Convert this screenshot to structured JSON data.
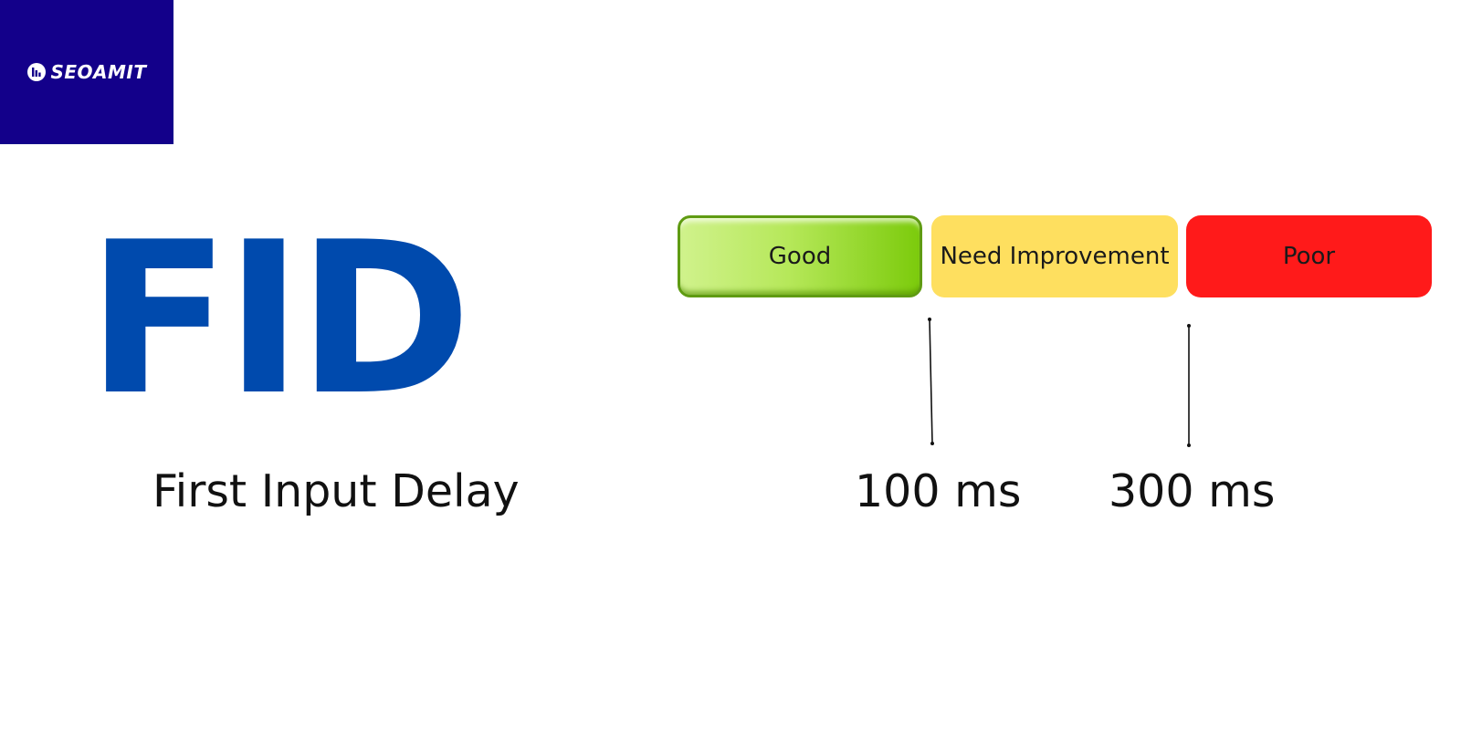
{
  "logo": {
    "text": "SEOAMIT",
    "icon": "bar-chart-logo-icon",
    "background": "#13008a"
  },
  "heading": {
    "title": "FID",
    "subtitle": "First Input Delay",
    "title_color": "#004aad"
  },
  "scale": {
    "good": {
      "label": "Good",
      "color": "#a6dd3a"
    },
    "need_improvement": {
      "label": "Need Improvement",
      "color": "#fedf5f"
    },
    "poor": {
      "label": "Poor",
      "color": "#ff1a1a"
    }
  },
  "thresholds": {
    "first": "100 ms",
    "second": "300 ms"
  }
}
